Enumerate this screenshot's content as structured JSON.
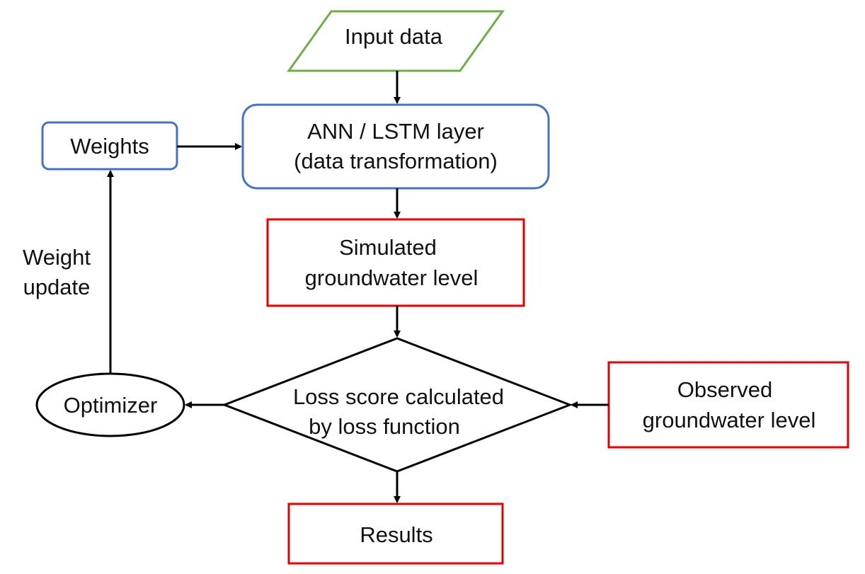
{
  "colors": {
    "input_border": "#70AD47",
    "model_border": "#4472C4",
    "data_border": "#E00000",
    "line": "#000000",
    "background": "#FFFFFF"
  },
  "nodes": {
    "input": {
      "label": "Input data"
    },
    "weights": {
      "label": "Weights"
    },
    "model": {
      "line1": "ANN / LSTM layer",
      "line2": "(data transformation)"
    },
    "simulated": {
      "line1": "Simulated",
      "line2": "groundwater level"
    },
    "loss": {
      "line1": "Loss score calculated",
      "line2": "by loss function"
    },
    "observed": {
      "line1": "Observed",
      "line2": "groundwater level"
    },
    "optimizer": {
      "label": "Optimizer"
    },
    "results": {
      "label": "Results"
    }
  },
  "edge_labels": {
    "weight_update": {
      "line1": "Weight",
      "line2": "update"
    }
  }
}
